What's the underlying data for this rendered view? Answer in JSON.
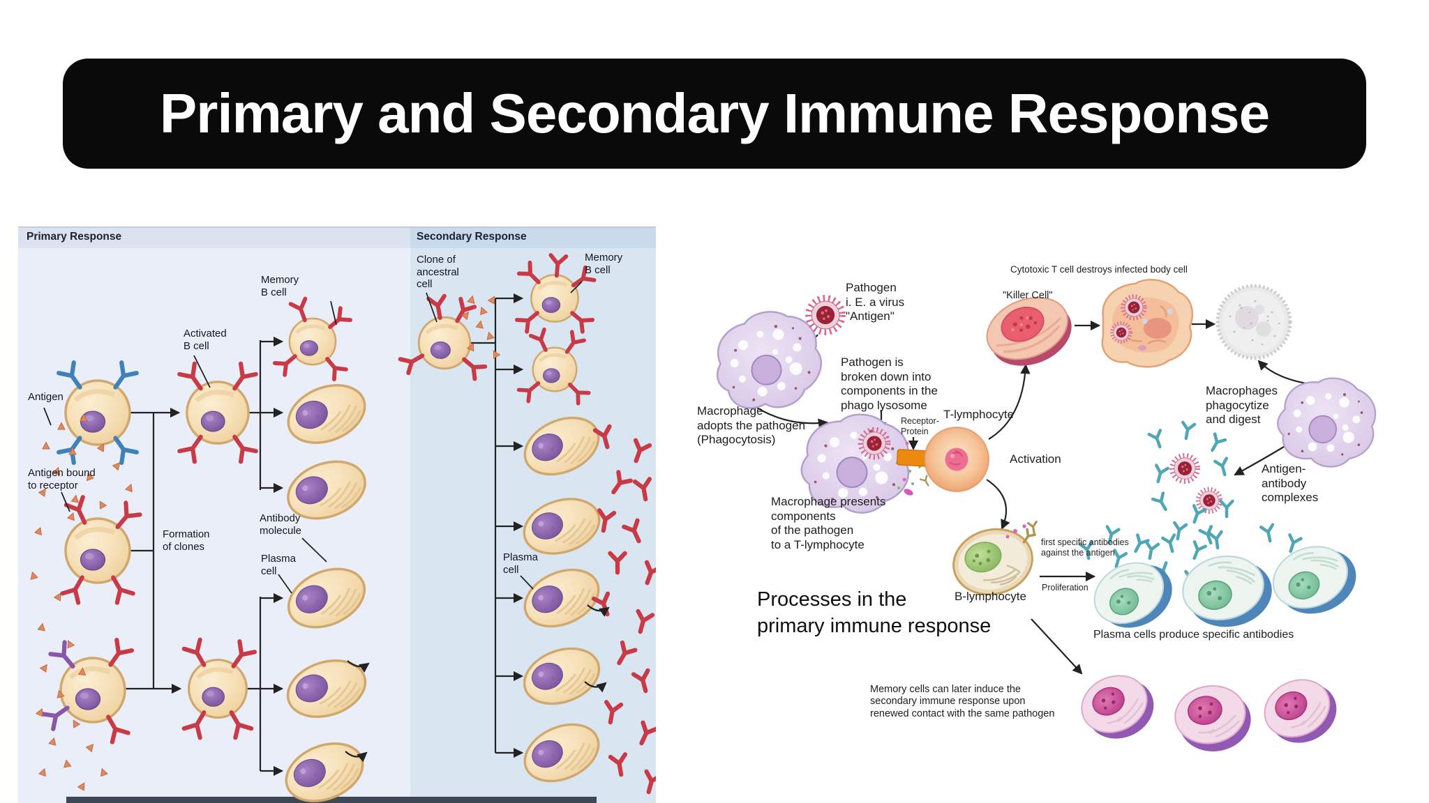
{
  "title": "Primary and Secondary Immune Response",
  "left": {
    "primary_header": "Primary Response",
    "secondary_header": "Secondary Response",
    "labels": {
      "antigen": "Antigen",
      "antigen_bound": "Antigen bound\nto receptor",
      "activated_b": "Activated\nB cell",
      "memory_b_primary": "Memory\nB cell",
      "formation": "Formation\nof clones",
      "antibody_molecule": "Antibody\nmolecule",
      "plasma_primary": "Plasma\ncell",
      "clone_ancestral": "Clone of\nancestral\ncell",
      "memory_b_secondary": "Memory\nB cell",
      "plasma_secondary": "Plasma\ncell"
    }
  },
  "right": {
    "labels": {
      "pathogen": "Pathogen\ni. E. a virus\n\"Antigen\"",
      "broken_down": "Pathogen is\nbroken down into\ncomponents in the\nphago lysosome",
      "adopts": "Macrophage\nadopts the pathogen\n(Phagocytosis)",
      "receptor_protein": "Receptor-\nProtein",
      "t_lymphocyte": "T-lymphocyte",
      "activation": "Activation",
      "cytotoxic": "Cytotoxic T cell destroys infected body cell",
      "killer": "\"Killer Cell\"",
      "macrophages_digest": "Macrophages\nphagocytize\nand digest",
      "complexes": "Antigen-\nantibody\ncomplexes",
      "presents": "Macrophage presents\ncomponents\nof the pathogen\nto a T-lymphocyte",
      "first_specific": "first specific antibodies\nagainst the antigen",
      "b_lymphocyte": "B-lymphocyte",
      "proliferation": "Proliferation",
      "processes_title": "Processes in the\nprimary immune response",
      "plasma_produce": "Plasma cells produce specific antibodies",
      "memory_induce": "Memory cells can later induce the\nsecondary immune response upon\nrenewed contact with the same pathogen"
    }
  },
  "colors": {
    "banner_bg": "#0a0a0a",
    "banner_text": "#ffffff",
    "primary_panel": "#eaeef8",
    "primary_header_bg": "#dbe3f1",
    "secondary_panel": "#d9e6f2",
    "secondary_header_bg": "#c9daea",
    "antibody_red": "#c93a47",
    "antibody_teal": "#4fa6b5",
    "receptor_blue": "#3f82b8",
    "receptor_purple": "#8a56a8",
    "antigen_orange": "#e08a5f",
    "arrow": "#222222"
  },
  "cell_icons": [
    "b-cell",
    "activated-b-cell",
    "memory-b-cell",
    "plasma-cell",
    "antibody",
    "antigen-triangle",
    "macrophage",
    "virus",
    "killer-t-cell",
    "infected-body-cell",
    "dying-cell",
    "t-lymphocyte",
    "b-lymphocyte",
    "plasma-cell-secreting",
    "memory-cell"
  ]
}
